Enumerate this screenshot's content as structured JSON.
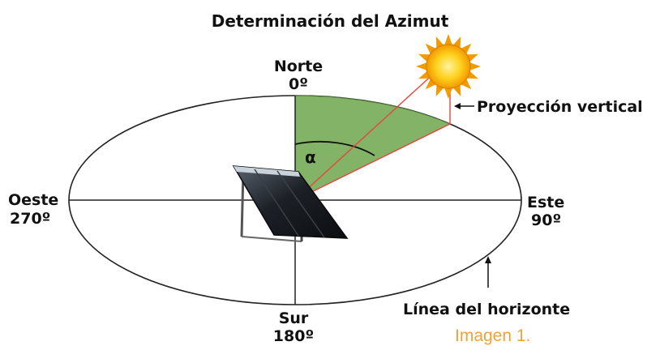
{
  "title": "Determinación del Azimut",
  "directions": {
    "north": {
      "name": "Norte",
      "degrees": "0º"
    },
    "east": {
      "name": "Este",
      "degrees": "90º"
    },
    "south": {
      "name": "Sur",
      "degrees": "180º"
    },
    "west": {
      "name": "Oeste",
      "degrees": "270º"
    }
  },
  "angle_symbol": "α",
  "labels": {
    "vertical_projection": "Proyección vertical",
    "horizon_line": "Línea del horizonte"
  },
  "caption": "Imagen 1.",
  "colors": {
    "sector_fill": "#82b366",
    "sun_ray": "#e8453c",
    "caption": "#f0a23a",
    "sun": "#f7b500"
  }
}
